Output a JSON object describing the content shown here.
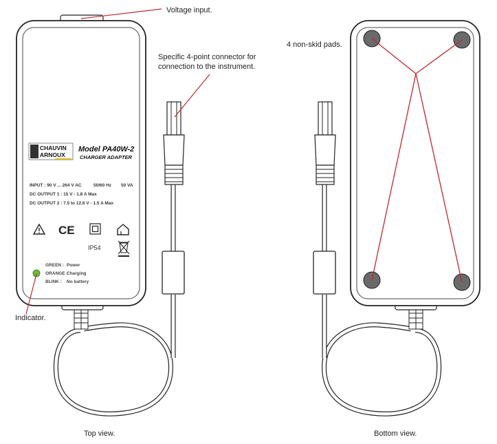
{
  "callouts": {
    "voltage_input": "Voltage input.",
    "connector_line1": "Specific 4-point connector for",
    "connector_line2": "connection to the instrument.",
    "pads": "4 non-skid pads.",
    "indicator": "Indicator."
  },
  "label_plate": {
    "brand_line1": "CHAUVIN",
    "brand_line2": "ARNOUX",
    "model": "Model PA40W-2",
    "product": "CHARGER ADAPTER",
    "input": "INPUT : 90 V ... 264 V AC",
    "frequency": "50/60 Hz",
    "power": "50 VA",
    "dc_output_1": "DC OUTPUT 1 : 15 V - 1.8 A Max",
    "dc_output_2": "DC OUTPUT 2 : 7.5 to 12.6 V - 1.5 A Max",
    "ce_mark": "CE",
    "ip_rating": "IP54"
  },
  "indicator_legend": [
    {
      "key": "GREEN :",
      "value": "Power"
    },
    {
      "key": "ORANGE :",
      "value": "Charging"
    },
    {
      "key": "BLINK :",
      "value": "No battery"
    }
  ],
  "captions": {
    "top": "Top view.",
    "bottom": "Bottom view."
  },
  "colors": {
    "callout_line": "#c0282f",
    "indicator_led": "#6dbb3a",
    "pad": "#6a6a6a",
    "outline": "#222222"
  },
  "icons": [
    "warning-icon",
    "ce-mark-icon",
    "double-insulation-icon",
    "indoor-use-icon",
    "weee-bin-icon"
  ]
}
